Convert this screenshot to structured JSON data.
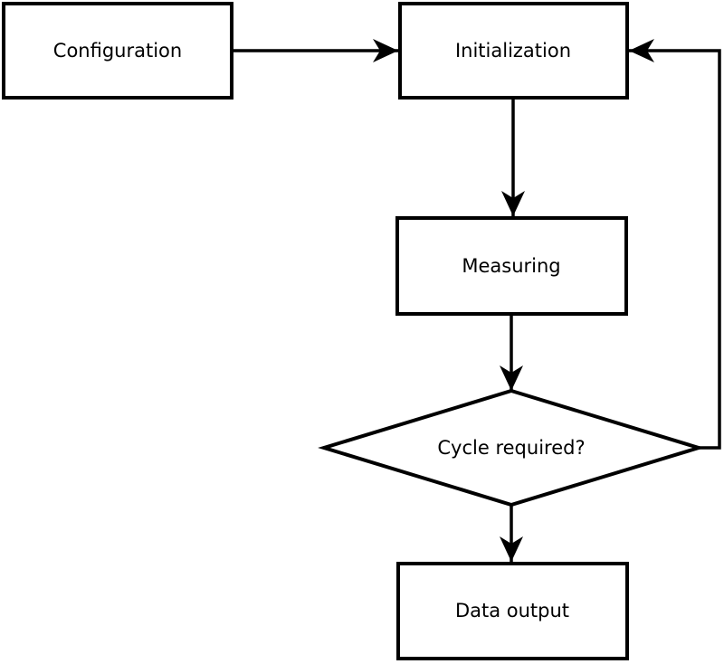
{
  "diagram": {
    "type": "flowchart",
    "colors": {
      "background": "#ffffff",
      "node_fill": "#ffffff",
      "stroke": "#000000",
      "text": "#000000"
    },
    "nodes": [
      {
        "id": "configuration",
        "shape": "rectangle",
        "label": "Configuration"
      },
      {
        "id": "initialization",
        "shape": "rectangle",
        "label": "Initialization"
      },
      {
        "id": "measuring",
        "shape": "rectangle",
        "label": "Measuring"
      },
      {
        "id": "cycle-required",
        "shape": "diamond",
        "label": "Cycle required?"
      },
      {
        "id": "data-output",
        "shape": "rectangle",
        "label": "Data output"
      }
    ],
    "edges": [
      {
        "from": "Configuration",
        "to": "Initialization",
        "direction": "right"
      },
      {
        "from": "Initialization",
        "to": "Measuring",
        "direction": "down"
      },
      {
        "from": "Measuring",
        "to": "Cycle required?",
        "direction": "down"
      },
      {
        "from": "Cycle required?",
        "to": "Data output",
        "direction": "down"
      },
      {
        "from": "Cycle required?",
        "to": "Initialization",
        "direction": "right-up-left",
        "note": "feedback loop"
      }
    ]
  }
}
